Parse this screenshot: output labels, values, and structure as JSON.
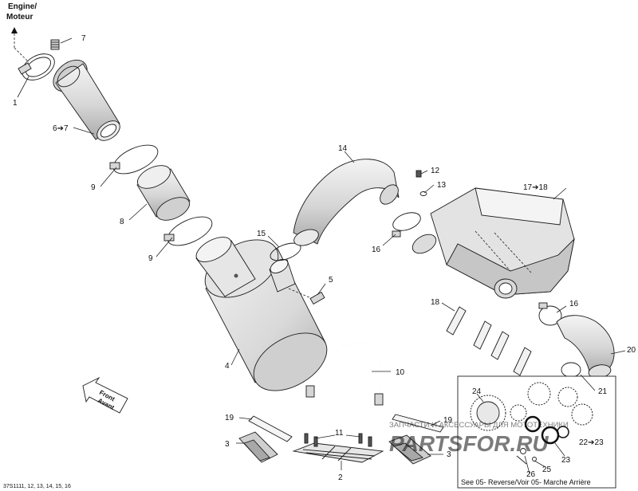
{
  "engine_label": {
    "line1": "Engine/",
    "line2": "Moteur"
  },
  "front_label": {
    "line1": "Front",
    "line2": "Avant"
  },
  "figure_code": "37S1111, 12, 13, 14, 15, 16",
  "inset_note": "See 05- Reverse/Voir 05- Marche Arrière",
  "watermark": {
    "line1": "ЗАПЧАСТИ И АКСЕССУАРЫ ДЛЯ МОТОТЕХНИКИ",
    "line2": "PARTSFOR.RU"
  },
  "callouts": {
    "c1": "1",
    "c2": "2",
    "c3a": "3",
    "c3b": "3",
    "c4": "4",
    "c5": "5",
    "c6": "6➔7",
    "c7": "7",
    "c8": "8",
    "c9a": "9",
    "c9b": "9",
    "c10": "10",
    "c11": "11",
    "c12": "12",
    "c13": "13",
    "c14": "14",
    "c15": "15",
    "c16a": "16",
    "c16b": "16",
    "c17": "17➔18",
    "c18": "18",
    "c19a": "19",
    "c19b": "19",
    "c20": "20",
    "c21": "21",
    "c22": "22➔23",
    "c23": "23",
    "c24": "24",
    "c25": "25",
    "c26": "26"
  },
  "colors": {
    "line": "#1a1a1a",
    "shade": "#dcdcdc",
    "shade_dark": "#b8b8b8",
    "watermark": "#e0463c"
  }
}
